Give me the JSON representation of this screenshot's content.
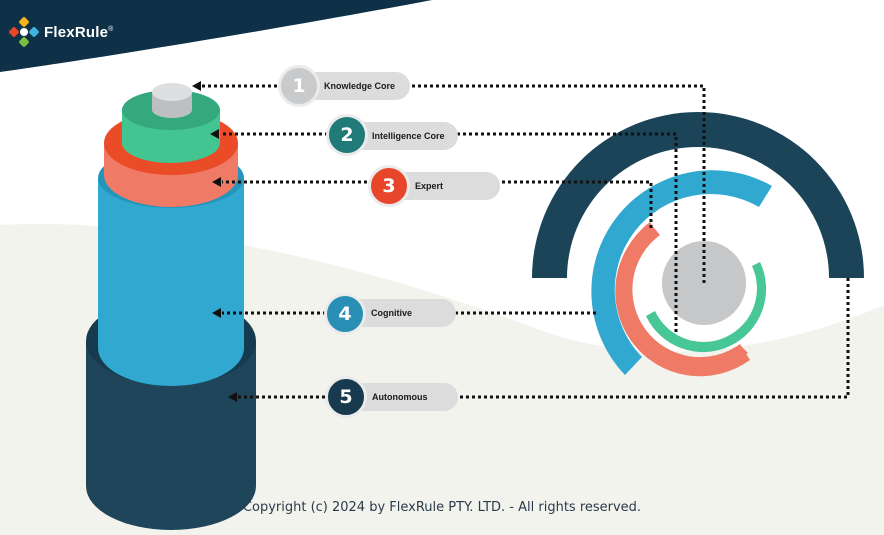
{
  "brand": {
    "name": "FlexRule",
    "registered": "®"
  },
  "layers": [
    {
      "number": "1",
      "label": "Knowledge Core",
      "color": "#c9cacc"
    },
    {
      "number": "2",
      "label": "Intelligence Core",
      "color": "#1f7a78"
    },
    {
      "number": "3",
      "label": "Expert",
      "color": "#e8462a"
    },
    {
      "number": "4",
      "label": "Cognitive",
      "color": "#2a8fb4"
    },
    {
      "number": "5",
      "label": "Autonomous",
      "color": "#173a4e"
    }
  ],
  "footer": {
    "copyright": "Copyright (c) 2024 by FlexRule PTY. LTD. - All rights reserved."
  }
}
